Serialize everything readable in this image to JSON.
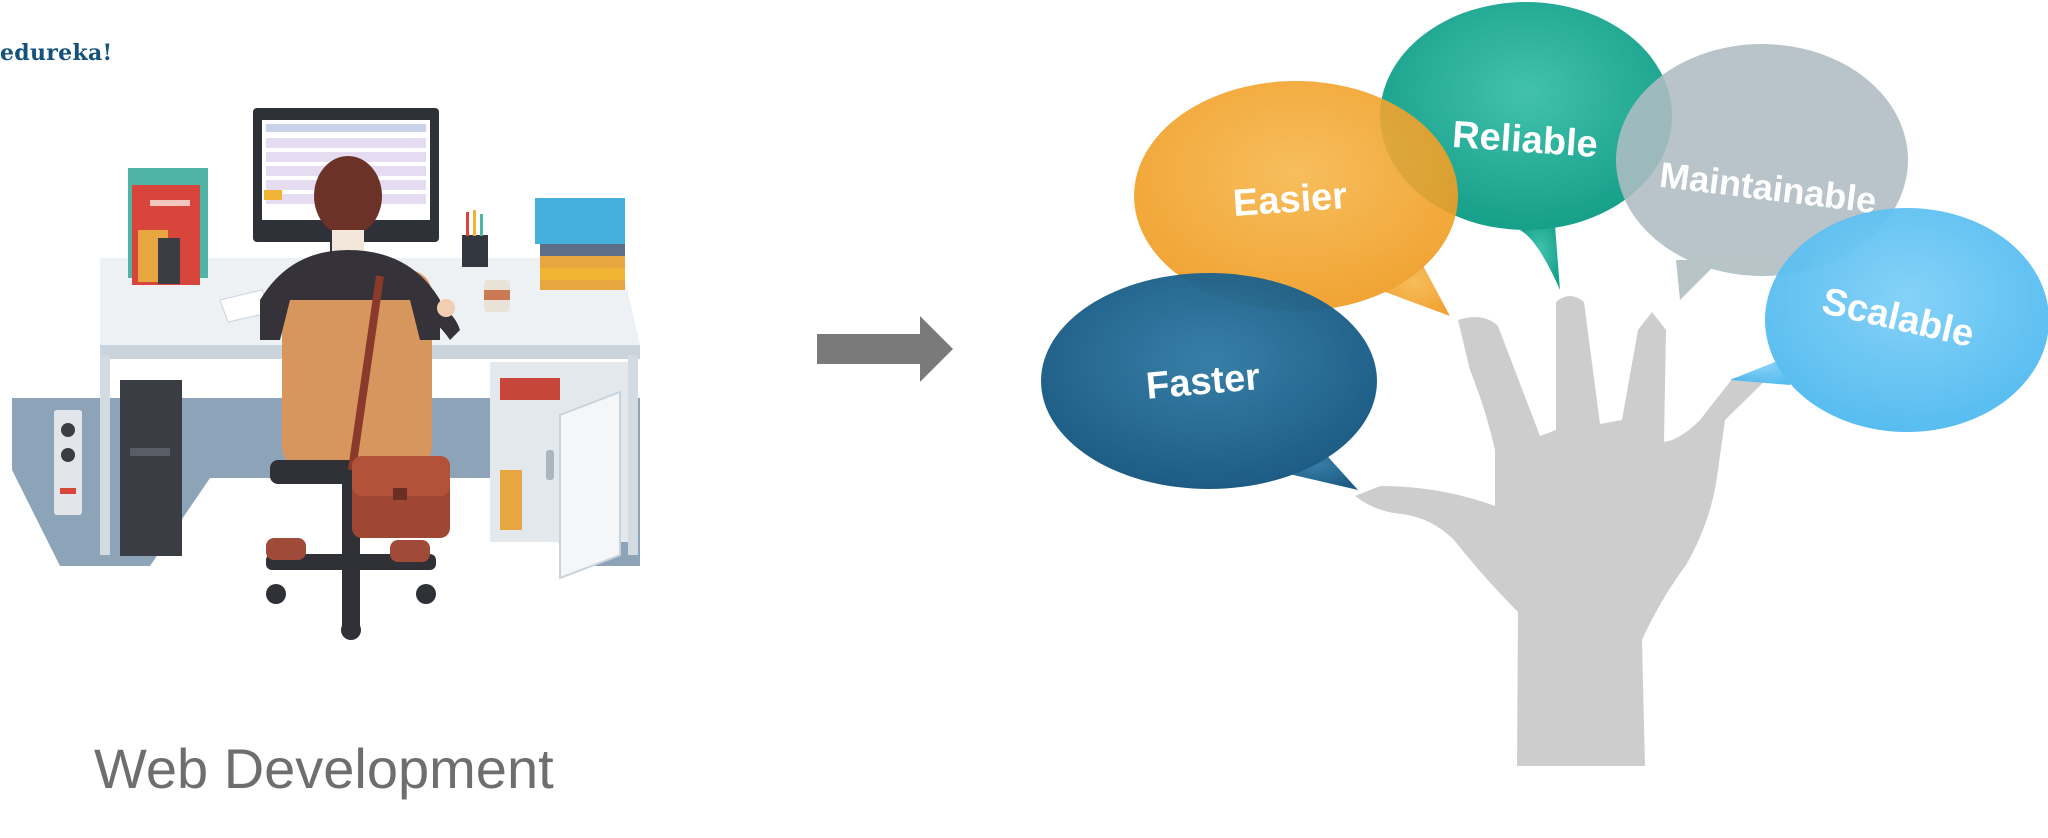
{
  "brand": {
    "name": "edureka!"
  },
  "caption": "Web Development",
  "bubbles": [
    {
      "label": "Easier",
      "color": "#f2a329"
    },
    {
      "label": "Reliable",
      "color": "#1aab95"
    },
    {
      "label": "Maintainable",
      "color": "#aebcc1"
    },
    {
      "label": "Faster",
      "color": "#1a5c86"
    },
    {
      "label": "Scalable",
      "color": "#59c0f2"
    }
  ],
  "colors": {
    "hand": "#cdcdcd",
    "arrow": "#7a7a7a",
    "caption": "#6e6e6e",
    "brand": "#15527a"
  }
}
